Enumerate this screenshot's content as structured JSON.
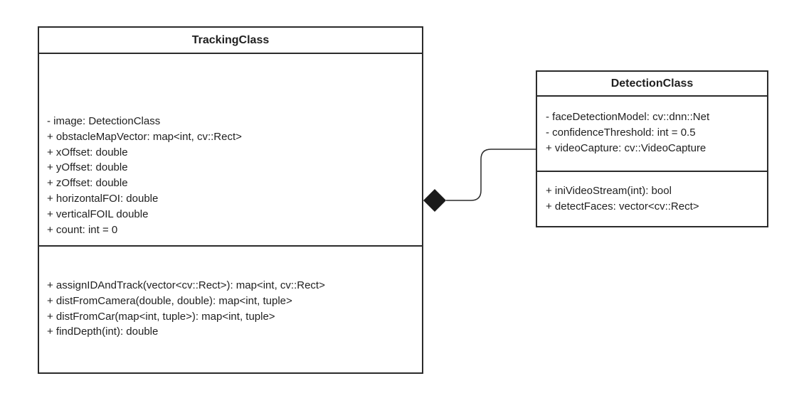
{
  "tracking_class": {
    "name": "TrackingClass",
    "attributes": [
      "- image: DetectionClass",
      "+ obstacleMapVector: map<int, cv::Rect>",
      "+ xOffset: double",
      "+ yOffset: double",
      "+ zOffset: double",
      "+ horizontalFOI: double",
      "+ verticalFOIL double",
      "+ count: int = 0"
    ],
    "operations": [
      "+ assignIDAndTrack(vector<cv::Rect>): map<int, cv::Rect>",
      "+ distFromCamera(double, double): map<int, tuple>",
      "+ distFromCar(map<int, tuple>): map<int, tuple>",
      "+ findDepth(int): double"
    ]
  },
  "detection_class": {
    "name": "DetectionClass",
    "attributes": [
      "- faceDetectionModel: cv::dnn::Net",
      "- confidenceThreshold: int = 0.5",
      "+ videoCapture: cv::VideoCapture"
    ],
    "operations": [
      "+ iniVideoStream(int): bool",
      "+ detectFaces: vector<cv::Rect>"
    ]
  },
  "relationship": {
    "type": "composition",
    "whole": "TrackingClass",
    "part": "DetectionClass",
    "line_color": "#2b2b2b",
    "diamond_color": "#1a1a1a"
  }
}
